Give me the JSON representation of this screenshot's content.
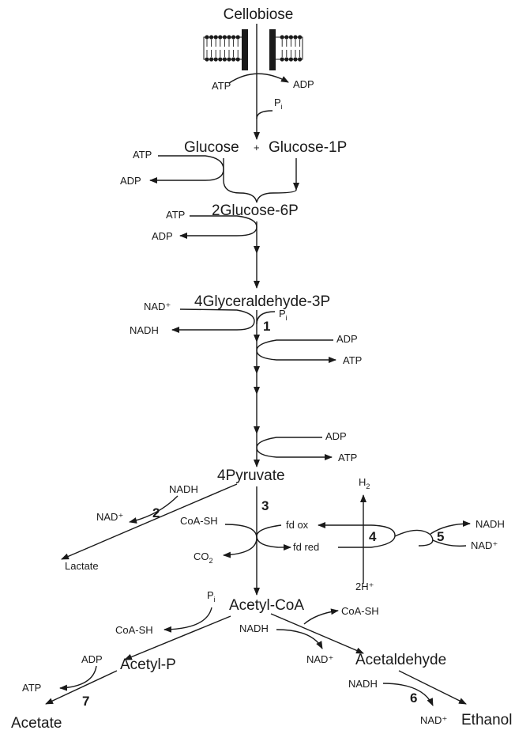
{
  "labels": {
    "cellobiose": "Cellobiose",
    "atp_top": "ATP",
    "adp_top": "ADP",
    "pi_top": "P",
    "pi_sub": "i",
    "glucose": "Glucose",
    "plus": "+",
    "glucose1p": "Glucose-1P",
    "atp_glc": "ATP",
    "adp_glc": "ADP",
    "glucose6p": "2Glucose-6P",
    "atp_g6p": "ATP",
    "adp_g6p": "ADP",
    "g3p": "4Glyceraldehyde-3P",
    "nad_g3p": "NAD⁺",
    "nadh_g3p": "NADH",
    "pi_g3p": "P",
    "pi_g3p_sub": "i",
    "step1": "1",
    "adp_s1": "ADP",
    "atp_s1": "ATP",
    "adp_s2": "ADP",
    "atp_s2": "ATP",
    "pyruvate": "4Pyruvate",
    "nadh_lac": "NADH",
    "nad_lac": "NAD⁺",
    "step2": "2",
    "lactate": "Lactate",
    "step3": "3",
    "coash": "CoA-SH",
    "co2": "CO",
    "co2_sub": "2",
    "fdox": "fd ox",
    "fdred": "fd red",
    "step4": "4",
    "h2": "H",
    "h2_sub": "2",
    "twoh": "2H⁺",
    "step5": "5",
    "nadh_s5": "NADH",
    "nad_s5": "NAD⁺",
    "acetylcoa": "Acetyl-CoA",
    "pi_ac": "P",
    "pi_ac_sub": "i",
    "coash_left": "CoA-SH",
    "coash_right": "CoA-SH",
    "nadh_ald": "NADH",
    "nad_ald": "NAD⁺",
    "acetylp": "Acetyl-P",
    "acetaldehyde": "Acetaldehyde",
    "adp_ace": "ADP",
    "atp_ace": "ATP",
    "step7": "7",
    "acetate": "Acetate",
    "nadh_eth": "NADH",
    "step6": "6",
    "nad_eth": "NAD⁺",
    "ethanol": "Ethanol"
  }
}
